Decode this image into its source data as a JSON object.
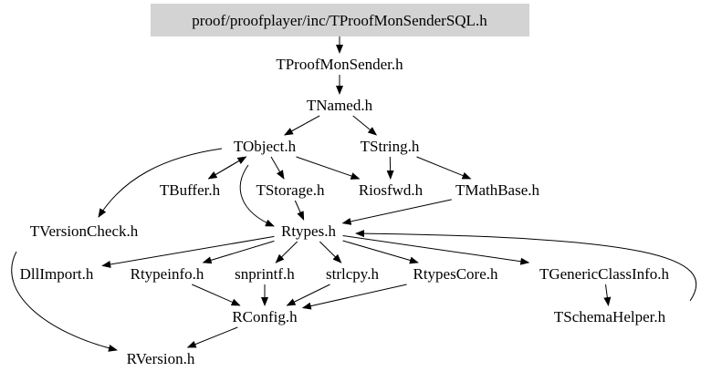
{
  "graph": {
    "root_fill": "#d3d3d3",
    "nodes": [
      {
        "id": "root",
        "label": "proof/proofplayer/inc/TProofMonSenderSQL.h"
      },
      {
        "id": "tproofmonsender",
        "label": "TProofMonSender.h"
      },
      {
        "id": "tnamed",
        "label": "TNamed.h"
      },
      {
        "id": "tobject",
        "label": "TObject.h"
      },
      {
        "id": "tstring",
        "label": "TString.h"
      },
      {
        "id": "tbuffer",
        "label": "TBuffer.h"
      },
      {
        "id": "tstorage",
        "label": "TStorage.h"
      },
      {
        "id": "riosfwd",
        "label": "Riosfwd.h"
      },
      {
        "id": "tmathbase",
        "label": "TMathBase.h"
      },
      {
        "id": "tversioncheck",
        "label": "TVersionCheck.h"
      },
      {
        "id": "rtypes",
        "label": "Rtypes.h"
      },
      {
        "id": "dllimport",
        "label": "DllImport.h"
      },
      {
        "id": "rtypeinfo",
        "label": "Rtypeinfo.h"
      },
      {
        "id": "snprintf",
        "label": "snprintf.h"
      },
      {
        "id": "strlcpy",
        "label": "strlcpy.h"
      },
      {
        "id": "rtypescore",
        "label": "RtypesCore.h"
      },
      {
        "id": "tgenericclassinfo",
        "label": "TGenericClassInfo.h"
      },
      {
        "id": "rconfig",
        "label": "RConfig.h"
      },
      {
        "id": "tschemahelper",
        "label": "TSchemaHelper.h"
      },
      {
        "id": "rversion",
        "label": "RVersion.h"
      }
    ],
    "edges": [
      [
        "root",
        "tproofmonsender"
      ],
      [
        "tproofmonsender",
        "tnamed"
      ],
      [
        "tnamed",
        "tobject"
      ],
      [
        "tnamed",
        "tstring"
      ],
      [
        "tobject",
        "tbuffer"
      ],
      [
        "tbuffer",
        "tobject"
      ],
      [
        "tobject",
        "tstorage"
      ],
      [
        "tobject",
        "riosfwd"
      ],
      [
        "tobject",
        "tversioncheck"
      ],
      [
        "tobject",
        "rtypes"
      ],
      [
        "tstring",
        "riosfwd"
      ],
      [
        "tstring",
        "tmathbase"
      ],
      [
        "tstorage",
        "rtypes"
      ],
      [
        "tmathbase",
        "rtypes"
      ],
      [
        "rtypes",
        "dllimport"
      ],
      [
        "rtypes",
        "rtypeinfo"
      ],
      [
        "rtypes",
        "snprintf"
      ],
      [
        "rtypes",
        "strlcpy"
      ],
      [
        "rtypes",
        "rtypescore"
      ],
      [
        "rtypes",
        "tgenericclassinfo"
      ],
      [
        "rtypeinfo",
        "rconfig"
      ],
      [
        "snprintf",
        "rconfig"
      ],
      [
        "strlcpy",
        "rconfig"
      ],
      [
        "rtypescore",
        "rconfig"
      ],
      [
        "tgenericclassinfo",
        "tschemahelper"
      ],
      [
        "tschemahelper",
        "rtypes"
      ],
      [
        "rconfig",
        "rversion"
      ],
      [
        "tversioncheck",
        "rversion"
      ]
    ]
  }
}
